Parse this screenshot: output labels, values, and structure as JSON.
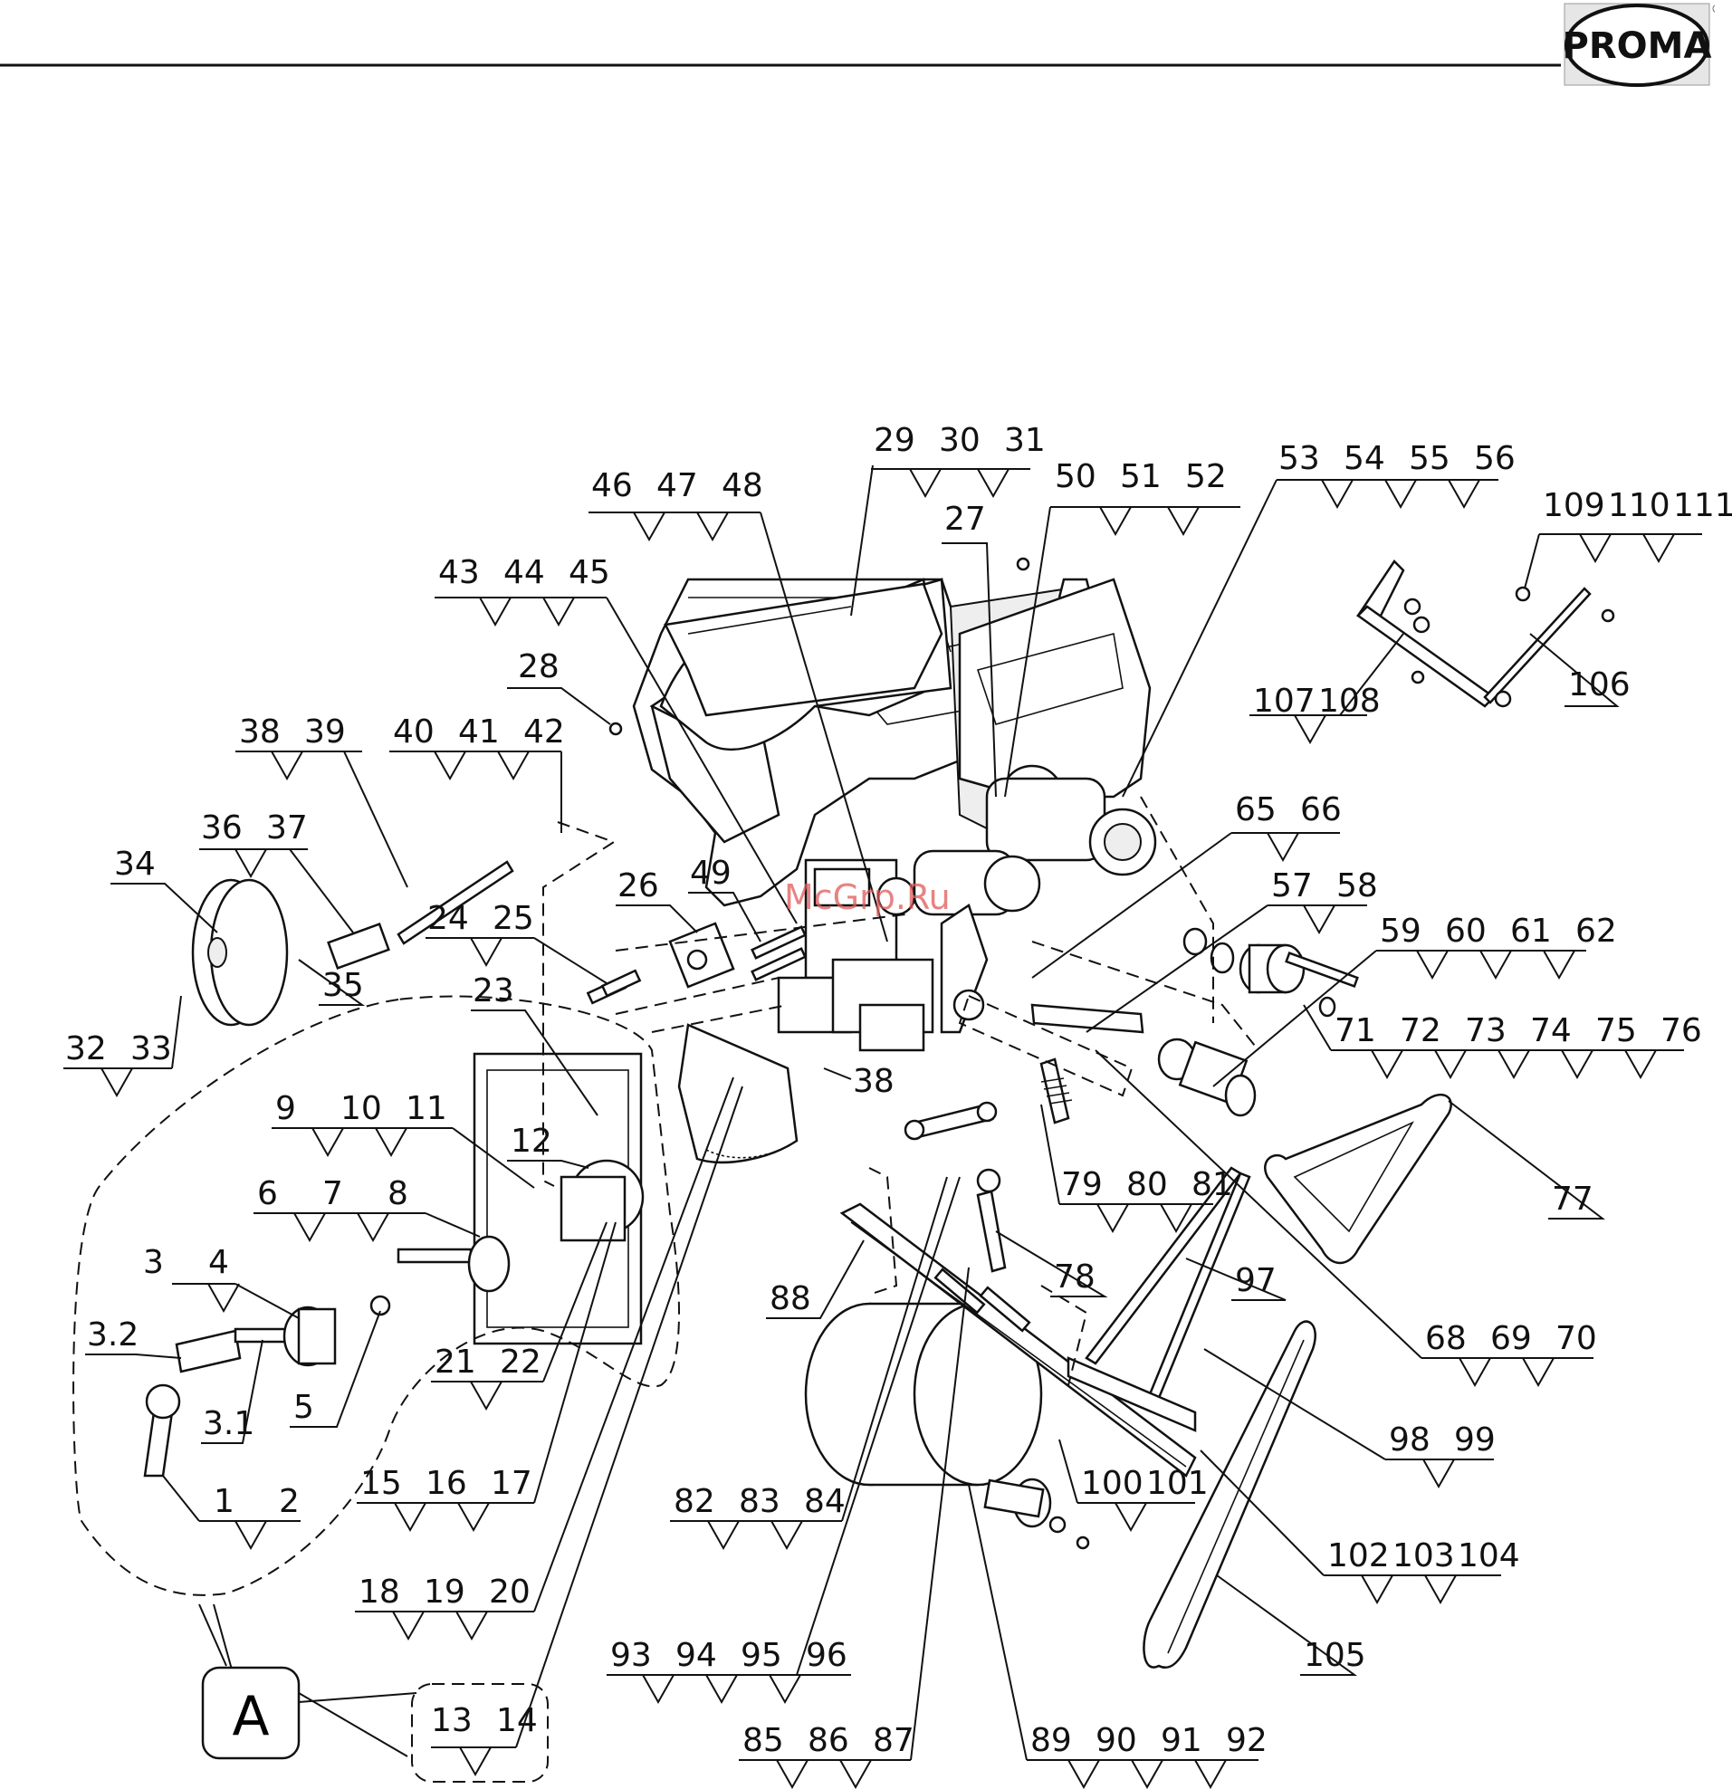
{
  "brand": {
    "logo_text": "PROMA",
    "registered_mark": "®"
  },
  "watermark": "McGrp.Ru",
  "callouts": [
    {
      "nums": [
        "29",
        "30",
        "31"
      ]
    },
    {
      "nums": [
        "46",
        "47",
        "48"
      ]
    },
    {
      "nums": [
        "50",
        "51",
        "52"
      ]
    },
    {
      "nums": [
        "53",
        "54",
        "55",
        "56"
      ]
    },
    {
      "nums": [
        "27"
      ]
    },
    {
      "nums": [
        "109",
        "110",
        "111"
      ]
    },
    {
      "nums": [
        "43",
        "44",
        "45"
      ]
    },
    {
      "nums": [
        "28"
      ]
    },
    {
      "nums": [
        "107",
        "108"
      ]
    },
    {
      "nums": [
        "106"
      ]
    },
    {
      "nums": [
        "38",
        "39"
      ]
    },
    {
      "nums": [
        "40",
        "41",
        "42"
      ]
    },
    {
      "nums": [
        "36",
        "37"
      ]
    },
    {
      "nums": [
        "34"
      ]
    },
    {
      "nums": [
        "65",
        "66"
      ]
    },
    {
      "nums": [
        "49"
      ]
    },
    {
      "nums": [
        "26"
      ]
    },
    {
      "nums": [
        "57",
        "58"
      ]
    },
    {
      "nums": [
        "24",
        "25"
      ]
    },
    {
      "nums": [
        "59",
        "60",
        "61",
        "62"
      ]
    },
    {
      "nums": [
        "35"
      ]
    },
    {
      "nums": [
        "32",
        "33"
      ]
    },
    {
      "nums": [
        "23"
      ]
    },
    {
      "nums": [
        "71",
        "72",
        "73",
        "74",
        "75",
        "76"
      ]
    },
    {
      "nums": [
        "9",
        "10",
        "11"
      ]
    },
    {
      "nums": [
        "12"
      ]
    },
    {
      "nums": [
        "38"
      ]
    },
    {
      "nums": [
        "79",
        "80",
        "81"
      ]
    },
    {
      "nums": [
        "77"
      ]
    },
    {
      "nums": [
        "6",
        "7",
        "8"
      ]
    },
    {
      "nums": [
        "3",
        "4"
      ]
    },
    {
      "nums": [
        "3.2"
      ]
    },
    {
      "nums": [
        "3.1"
      ]
    },
    {
      "nums": [
        "5"
      ]
    },
    {
      "nums": [
        "78"
      ]
    },
    {
      "nums": [
        "88"
      ]
    },
    {
      "nums": [
        "97"
      ]
    },
    {
      "nums": [
        "21",
        "22"
      ]
    },
    {
      "nums": [
        "68",
        "69",
        "70"
      ]
    },
    {
      "nums": [
        "98",
        "99"
      ]
    },
    {
      "nums": [
        "1",
        "2"
      ]
    },
    {
      "nums": [
        "15",
        "16",
        "17"
      ]
    },
    {
      "nums": [
        "82",
        "83",
        "84"
      ]
    },
    {
      "nums": [
        "100",
        "101"
      ]
    },
    {
      "nums": [
        "102",
        "103",
        "104"
      ]
    },
    {
      "nums": [
        "18",
        "19",
        "20"
      ]
    },
    {
      "nums": [
        "93",
        "94",
        "95",
        "96"
      ]
    },
    {
      "nums": [
        "105"
      ]
    },
    {
      "nums": [
        "13",
        "14"
      ]
    },
    {
      "nums": [
        "85",
        "86",
        "87"
      ]
    },
    {
      "nums": [
        "89",
        "90",
        "91",
        "92"
      ]
    }
  ],
  "assembly_tag": "A"
}
